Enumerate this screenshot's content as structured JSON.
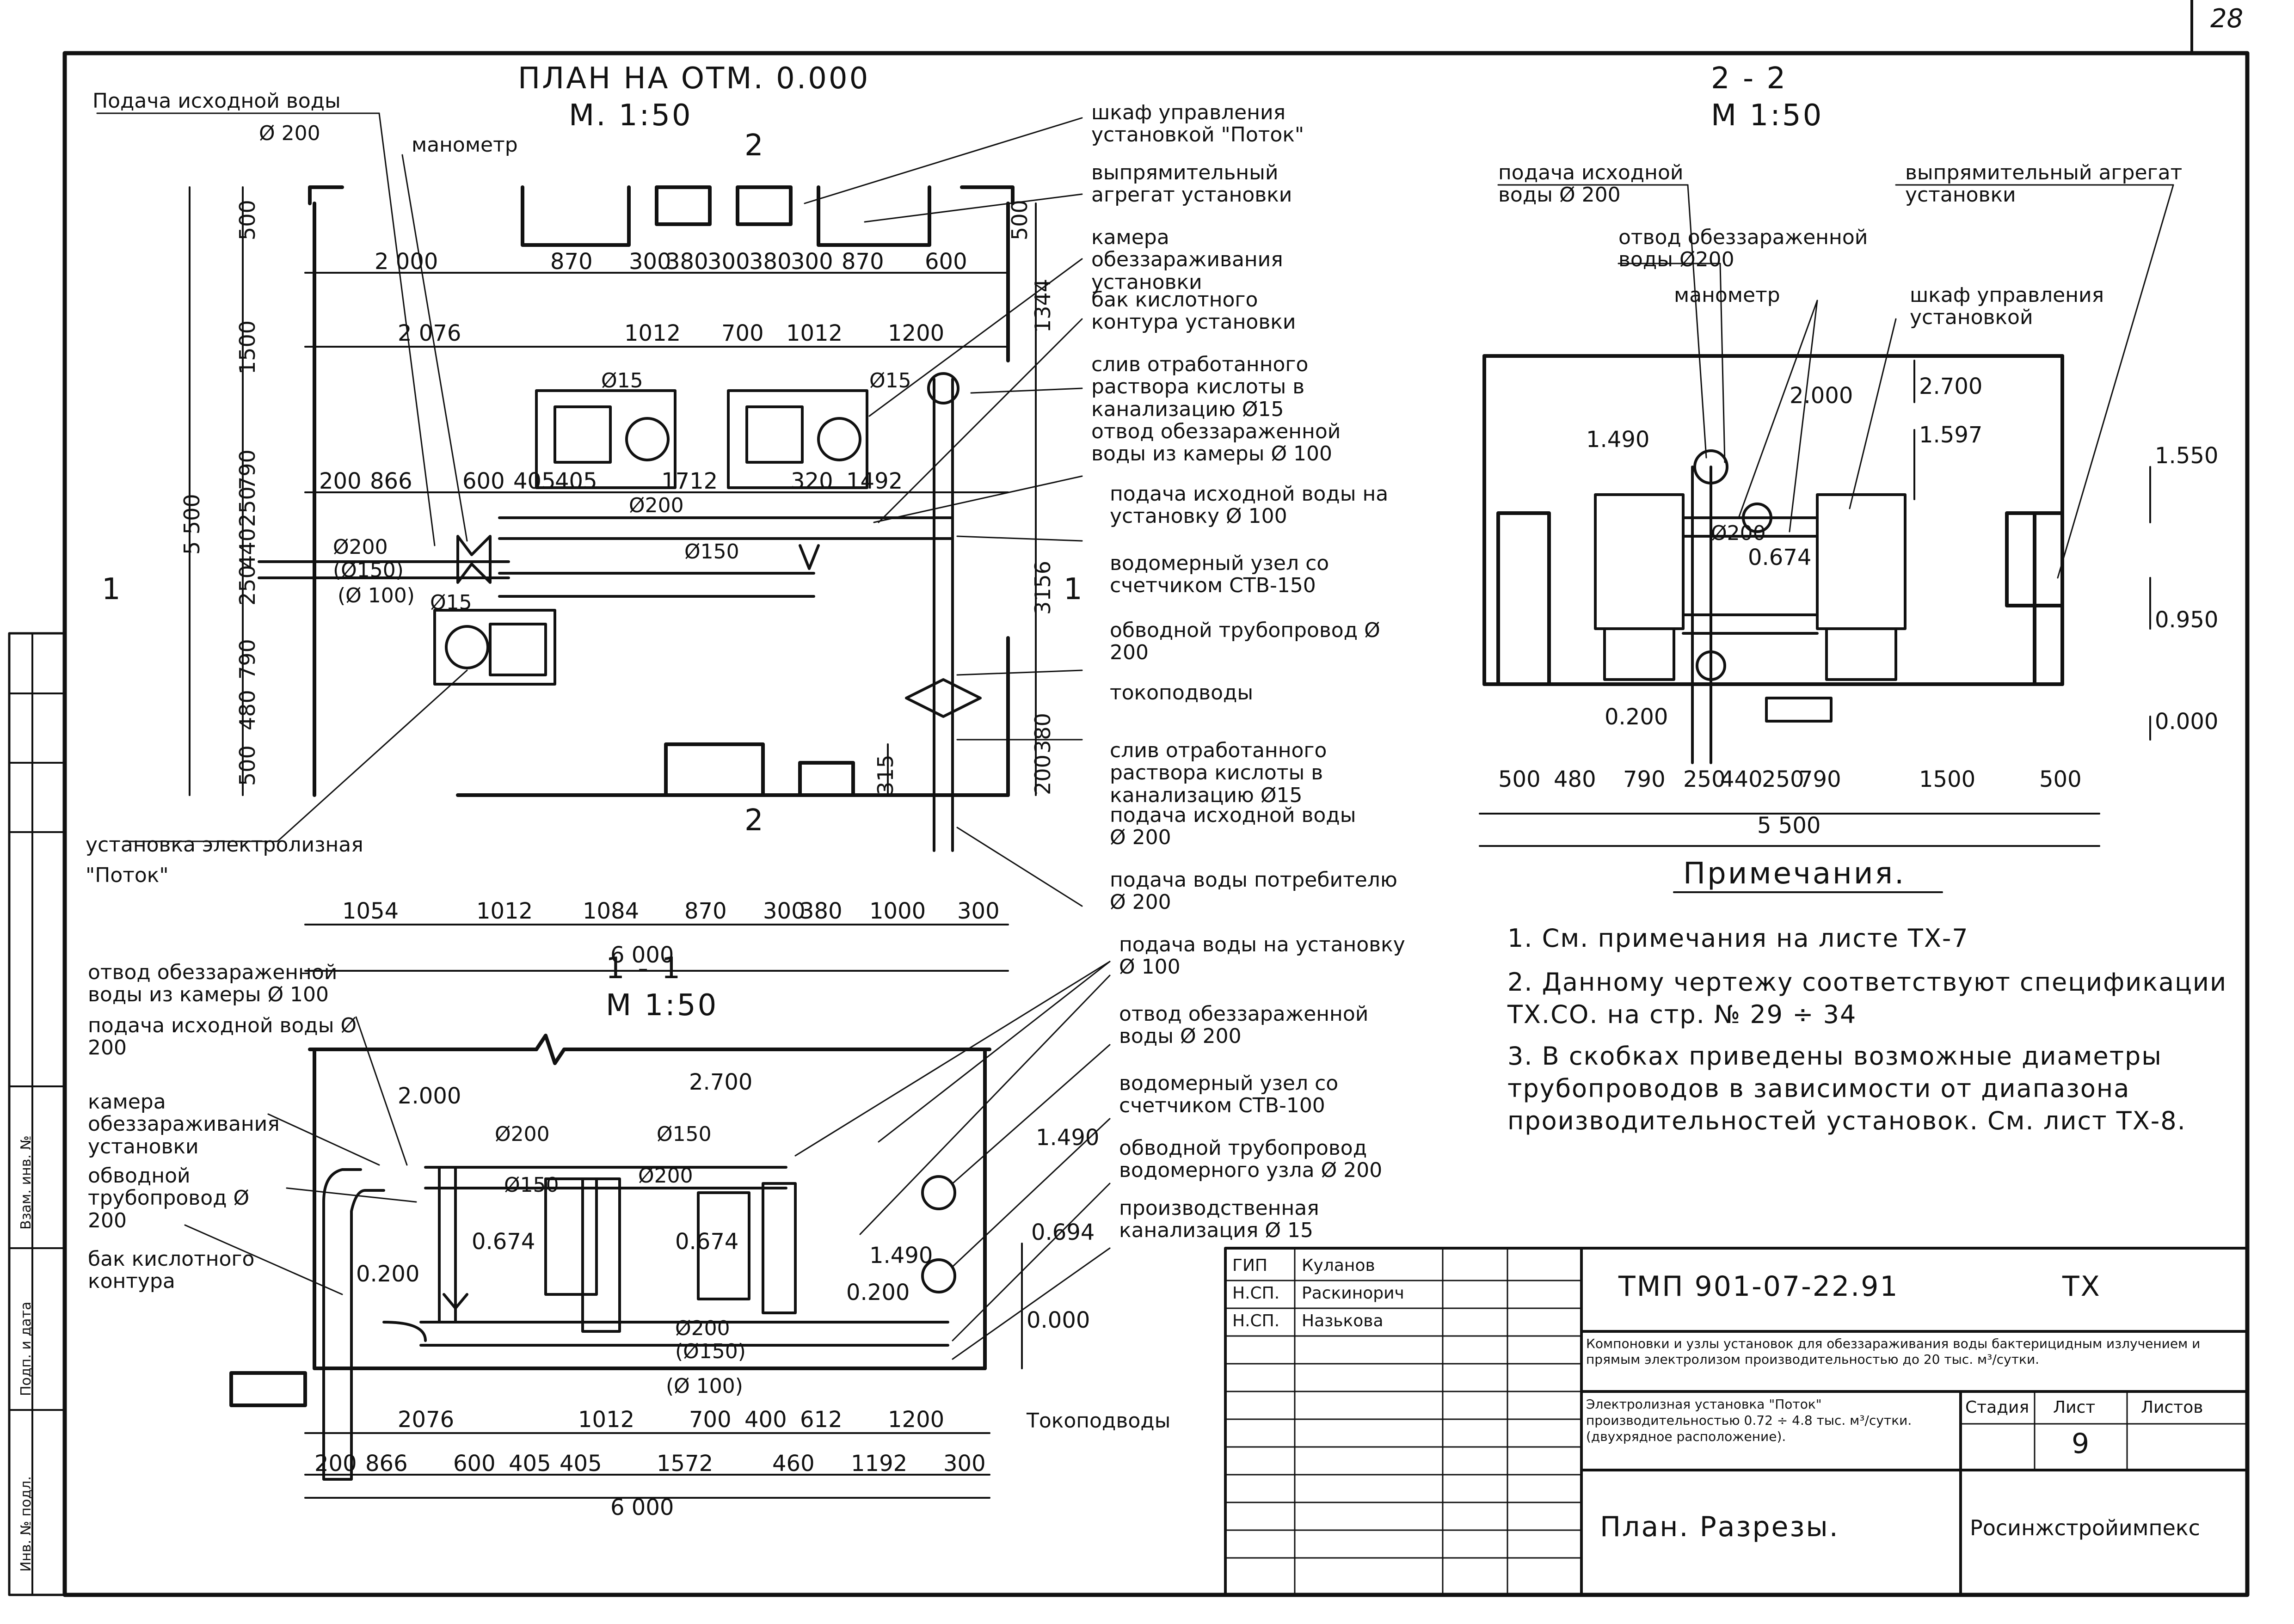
{
  "sheet_number": "28",
  "plan": {
    "title": "ПЛАН НА ОТМ. 0.000",
    "scale": "М. 1:50",
    "section_mark": "2",
    "section_mark_1": "1",
    "labels": {
      "supply_raw": "Подача исходной воды",
      "supply_raw_d": "Ø 200",
      "manometer": "манометр",
      "cabinet": "шкаф управления установкой \"Поток\"",
      "rectifier": "выпрямительный агрегат установки",
      "chamber": "камера обеззараживания установки",
      "acid_tank": "бак кислотного контура установки",
      "drain_acid": "слив отработанного раствора кислоты в канализацию Ø15",
      "outlet_chamber": "отвод обеззараженной воды из камеры Ø 100",
      "supply_install": "подача исходной воды на установку Ø 100",
      "meter": "водомерный узел со счетчиком СТВ-150",
      "bypass": "обводной трубопровод Ø 200",
      "power": "токоподводы",
      "drain_acid2": "слив отработанного раствора кислоты в канализацию Ø15",
      "supply_raw2": "подача исходной воды Ø 200",
      "supply_consumer": "подача воды потребителю Ø 200",
      "unit": "установка электролизная \"Поток\"",
      "d15a": "Ø15",
      "d15b": "Ø15",
      "d200": "Ø200",
      "d150": "(Ø150)",
      "d100": "(Ø 100)",
      "d200b": "Ø200",
      "d150b": "Ø150",
      "p15": "Ø15"
    },
    "dims_top1": [
      "2 000",
      "870",
      "300",
      "380",
      "300",
      "380",
      "300",
      "870",
      "600"
    ],
    "dims_top2": [
      "2 076",
      "1012",
      "700",
      "1012",
      "1200"
    ],
    "dims_mid": [
      "200",
      "866",
      "600",
      "405",
      "405",
      "1712",
      "320",
      "1492"
    ],
    "dims_bottom": [
      "1054",
      "1012",
      "1084",
      "870",
      "300",
      "380",
      "1000",
      "300"
    ],
    "dim_total": "6 000",
    "dims_left": [
      "500",
      "1500",
      "790",
      "250",
      "440",
      "250",
      "790",
      "480",
      "500"
    ],
    "dim_left_total": "5 500",
    "dims_right": [
      "500",
      "1344",
      "3156",
      "380",
      "200"
    ],
    "dim_315": "315"
  },
  "section_1_1": {
    "title": "1 - 1",
    "scale": "М 1:50",
    "labels": {
      "outlet": "отвод обеззараженной воды из камеры Ø 100",
      "supply": "подача исходной воды Ø 200",
      "chamber": "камера обеззараживания установки",
      "bypass": "обводной трубопровод Ø 200",
      "acid_tank": "бак кислотного контура",
      "supply_install": "подача воды на установку Ø 100",
      "outlet2": "отвод обеззараженной воды Ø 200",
      "meter": "водомерный узел со счетчиком СТВ-100",
      "bypass_meter": "обводной трубопровод водомерного узла Ø 200",
      "sewer": "производственная канализация Ø 15",
      "power": "Токоподводы",
      "p200a": "Ø200",
      "p150a": "Ø150",
      "p150b": "Ø150",
      "p200b": "Ø200",
      "p200c": "Ø200",
      "p150c": "(Ø150)",
      "p100": "(Ø 100)"
    },
    "levels": [
      "2.000",
      "2.700",
      "1.490",
      "0.674",
      "0.674",
      "0.694",
      "1.490",
      "0.200",
      "0.200",
      "0.000"
    ],
    "dims1": [
      "2076",
      "1012",
      "700",
      "400",
      "612",
      "1200"
    ],
    "dims2": [
      "200",
      "866",
      "600",
      "405",
      "405",
      "1572",
      "460",
      "1192",
      "300"
    ],
    "total": "6 000"
  },
  "section_2_2": {
    "title": "2 - 2",
    "scale": "М 1:50",
    "labels": {
      "supply": "подача исходной воды Ø 200",
      "outlet": "отвод обеззараженной воды Ø200",
      "manometer": "манометр",
      "rectifier": "выпрямительный агрегат установки",
      "cabinet": "шкаф управления установкой",
      "p200": "Ø200"
    },
    "levels": [
      "2.000",
      "2.700",
      "1.490",
      "1.597",
      "1.550",
      "0.674",
      "0.950",
      "0.200",
      "0.000"
    ],
    "dims": [
      "500",
      "480",
      "790",
      "250",
      "440",
      "250",
      "790",
      "1500",
      "500"
    ],
    "total": "5 500"
  },
  "notes": {
    "title": "Примечания.",
    "items": [
      "1. См. примечания на листе ТХ-7",
      "2. Данному чертежу соответствуют спецификации ТХ.СО. на стр. № 29 ÷ 34",
      "3. В скобках приведены возможные диаметры трубопроводов в зависимости от диапазона производительностей установок. См. лист ТХ-8."
    ]
  },
  "title_block": {
    "roles": [
      "ГИП",
      "Н.СП.",
      "Н.СП."
    ],
    "names": [
      "Куланов",
      "Раскинорич",
      "Назькова"
    ],
    "code": "ТМП 901-07-22.91",
    "discipline": "ТХ",
    "project": "Компоновки и узлы установок для обеззараживания воды бактерицидным излучением и прямым электролизом производительностью до 20 тыс. м³/сутки.",
    "object": "Электролизная установка \"Поток\" производительностью 0.72 ÷ 4.8 тыс. м³/сутки. (двухрядное расположение).",
    "stage_label": "Стадия",
    "sheet_label": "Лист",
    "sheets_label": "Листов",
    "sheet_value": "9",
    "drawing_name": "План. Разрезы.",
    "organization": "Росинжстройимпекс"
  },
  "margin_stamp": {
    "labels": [
      "Инв. № подл.",
      "Подп. и дата",
      "Взам. инв. №"
    ]
  }
}
